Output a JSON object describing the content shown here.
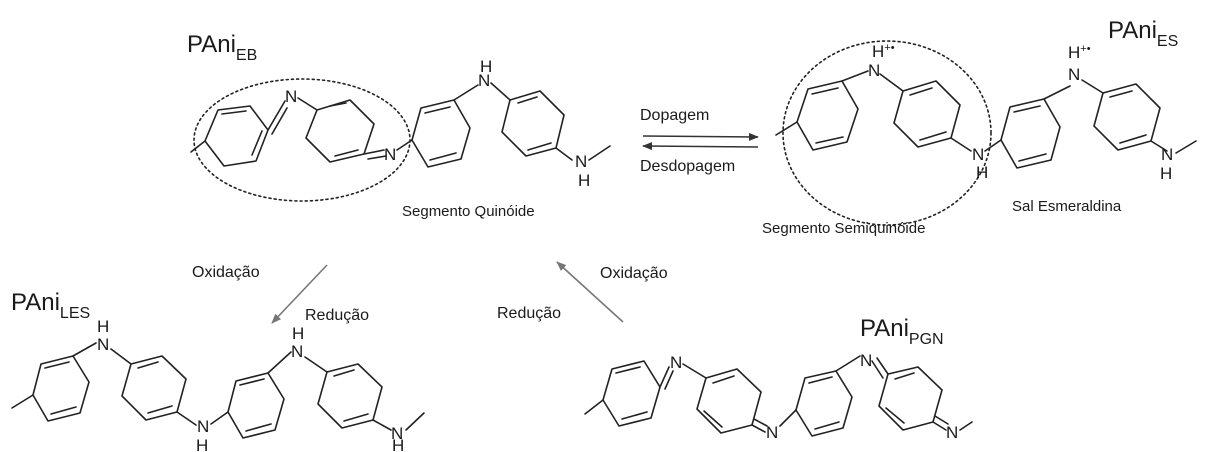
{
  "labels": {
    "eb": {
      "main": "PAni",
      "sub": "EB"
    },
    "es": {
      "main": "PAni",
      "sub": "ES"
    },
    "les": {
      "main": "PAni",
      "sub": "LES"
    },
    "pgn": {
      "main": "PAni",
      "sub": "PGN"
    }
  },
  "atoms": {
    "n": "N",
    "h": "H",
    "hplus": "H",
    "charge": "+•"
  },
  "captions": {
    "quinoid": "Segmento Quinóide",
    "semiquinoid": "Segmento Semiquinóide",
    "salt": "Sal Esmeraldina"
  },
  "arrows": {
    "doping": "Dopagem",
    "dedoping": "Desdopagem",
    "oxidation_left": "Oxidação",
    "reduction_left": "Redução",
    "oxidation_right": "Oxidação",
    "reduction_right": "Redução"
  }
}
